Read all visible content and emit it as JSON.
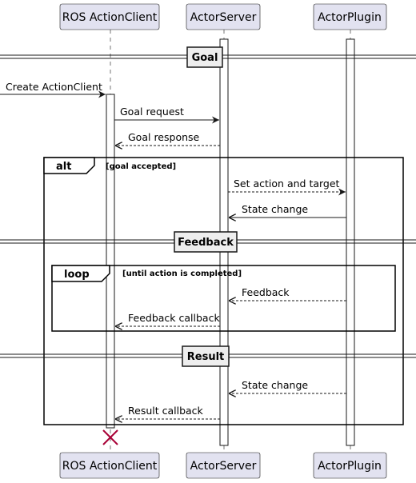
{
  "participants": [
    "ROS ActionClient",
    "ActorServer",
    "ActorPlugin"
  ],
  "dividers": {
    "goal": "Goal",
    "feedback": "Feedback",
    "result": "Result"
  },
  "messages": {
    "create_client": "Create ActionClient",
    "goal_request": "Goal request",
    "goal_response": "Goal response",
    "set_action": "Set action and target",
    "state_change_1": "State change",
    "feedback": "Feedback",
    "feedback_callback": "Feedback callback",
    "state_change_2": "State change",
    "result_callback": "Result callback"
  },
  "frames": {
    "alt": {
      "keyword": "alt",
      "guard": "[goal accepted]"
    },
    "loop": {
      "keyword": "loop",
      "guard": "[until action is completed]"
    }
  },
  "colors": {
    "actor_fill": "#e2e2f0",
    "divider_fill": "#eeeeee",
    "destroy": "#A80036"
  }
}
